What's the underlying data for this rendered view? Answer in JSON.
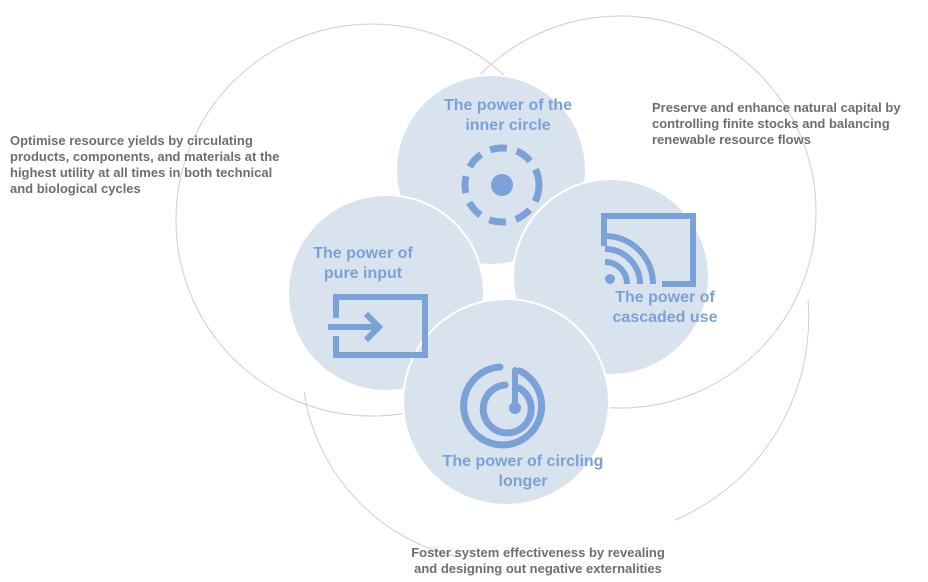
{
  "outer_statements": {
    "left": "Optimise resource yields by circulating\nproducts, components, and materials at the\nhighest utility at all times in both technical\nand biological cycles",
    "right": "Preserve and enhance natural capital by\ncontrolling finite stocks and balancing\nrenewable resource flows",
    "bottom": "Foster system effectiveness by revealing\nand designing out negative externalities"
  },
  "inner_circles": {
    "top": {
      "label": "The power of the\ninner circle",
      "icon": "target-dashed-icon"
    },
    "left": {
      "label": "The power of\npure input",
      "icon": "input-arrow-icon"
    },
    "right": {
      "label": "The power of\ncascaded use",
      "icon": "cast-signal-icon"
    },
    "bottom": {
      "label": "The power of circling\nlonger",
      "icon": "radar-spiral-icon"
    }
  },
  "colors": {
    "circle_fill": "#d9e3ee",
    "accent": "#7aa1d8",
    "outer_line": "#cfcfcf",
    "text": "#6e6e6e"
  }
}
